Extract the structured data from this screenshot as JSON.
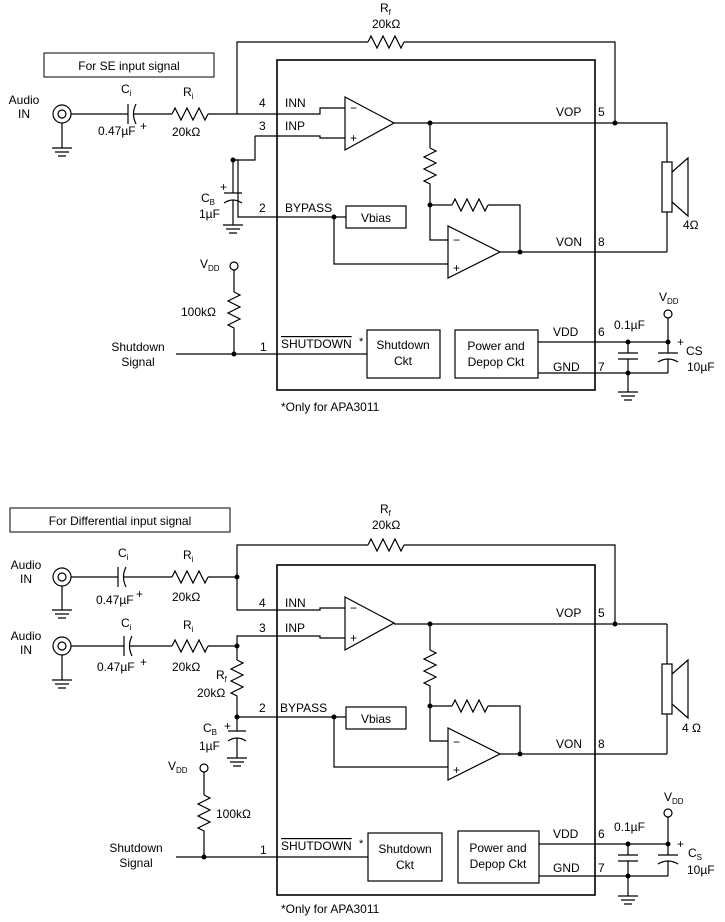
{
  "se": {
    "caption": "For SE input signal",
    "audio_in": [
      "Audio",
      "IN"
    ],
    "ci_label": "C",
    "ci_sub": "i",
    "ci_value": "0.47µF",
    "ri_label": "R",
    "ri_sub": "i",
    "ri_value": "20kΩ",
    "rf_label": "R",
    "rf_sub": "f",
    "rf_value": "20kΩ",
    "cb_label": "C",
    "cb_sub": "B",
    "cb_value": "1µF",
    "vdd_label": "V",
    "vdd_sub": "DD",
    "pullup_value": "100kΩ",
    "shutdown_signal": [
      "Shutdown",
      "Signal"
    ],
    "pins": {
      "inn": "INN",
      "inp": "INP",
      "bypass": "BYPASS",
      "shutdown": "SHUTDOWN",
      "shutdown_mark": "*",
      "vop": "VOP",
      "von": "VON",
      "vdd": "VDD",
      "gnd": "GND"
    },
    "pin_numbers": {
      "inn": "4",
      "inp": "3",
      "bypass": "2",
      "shutdown": "1",
      "vop": "5",
      "von": "8",
      "vdd": "6",
      "gnd": "7"
    },
    "vbias": "Vbias",
    "shutdown_ckt": [
      "Shutdown",
      "Ckt"
    ],
    "power_ckt": [
      "Power and",
      "Depop Ckt"
    ],
    "speaker": "4Ω",
    "cap_small": "0.1µF",
    "cs_label": "CS",
    "cs_value": "10µF",
    "vdd2_label": "V",
    "vdd2_sub": "DD",
    "footnote": "*Only for APA3011"
  },
  "diff": {
    "caption": "For Differential  input signal",
    "audio_in1": [
      "Audio",
      "IN"
    ],
    "audio_in2": [
      "Audio",
      "IN"
    ],
    "ci1_label": "C",
    "ci1_sub": "i",
    "ci1_value": "0.47µF",
    "ci2_label": "C",
    "ci2_sub": "i",
    "ci2_value": "0.47µF",
    "ri1_label": "R",
    "ri1_sub": "i",
    "ri1_value": "20kΩ",
    "ri2_label": "R",
    "ri2_sub": "i",
    "ri2_value": "20kΩ",
    "rf_label": "R",
    "rf_sub": "f",
    "rf_value": "20kΩ",
    "rf2_label": "R",
    "rf2_sub": "f",
    "rf2_value": "20kΩ",
    "cb_label": "C",
    "cb_sub": "B",
    "cb_value": "1µF",
    "vdd_label": "V",
    "vdd_sub": "DD",
    "pullup_value": "100kΩ",
    "shutdown_signal": [
      "Shutdown",
      "Signal"
    ],
    "pins": {
      "inn": "INN",
      "inp": "INP",
      "bypass": "BYPASS",
      "shutdown": "SHUTDOWN",
      "shutdown_mark": "*",
      "vop": "VOP",
      "von": "VON",
      "vdd": "VDD",
      "gnd": "GND"
    },
    "pin_numbers": {
      "inn": "4",
      "inp": "3",
      "bypass": "2",
      "shutdown": "1",
      "vop": "5",
      "von": "8",
      "vdd": "6",
      "gnd": "7"
    },
    "vbias": "Vbias",
    "shutdown_ckt": [
      "Shutdown",
      "Ckt"
    ],
    "power_ckt": [
      "Power and",
      "Depop Ckt"
    ],
    "speaker": "4 Ω",
    "cap_small": "0.1µF",
    "cs_label": "C",
    "cs_sub": "S",
    "cs_value": "10µF",
    "vdd2_label": "V",
    "vdd2_sub": "DD",
    "footnote": "*Only for APA3011"
  }
}
